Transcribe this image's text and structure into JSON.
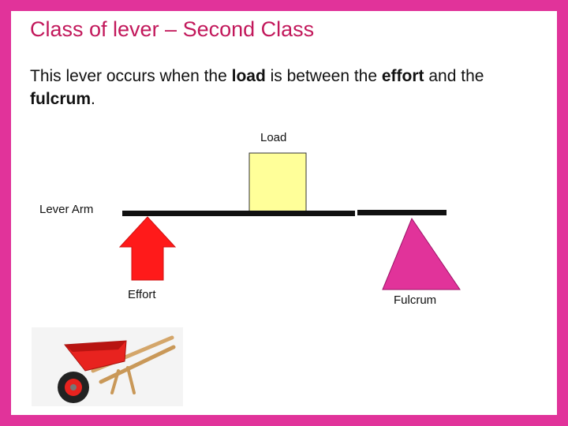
{
  "slide": {
    "title": "Class of lever – Second Class",
    "description": {
      "part1": "This lever occurs when the ",
      "load": "load",
      "part2": " is between the ",
      "effort": "effort",
      "part3": " and the ",
      "fulcrum": "fulcrum",
      "part4": "."
    }
  },
  "diagram": {
    "labels": {
      "load": "Load",
      "lever_arm": "Lever Arm",
      "effort": "Effort",
      "fulcrum": "Fulcrum"
    },
    "colors": {
      "frame": "#e1339a",
      "load_box": "#ffff99",
      "effort_arrow": "#ff1a1a",
      "fulcrum_triangle": "#e1339a",
      "lever_arm": "#111111"
    }
  }
}
